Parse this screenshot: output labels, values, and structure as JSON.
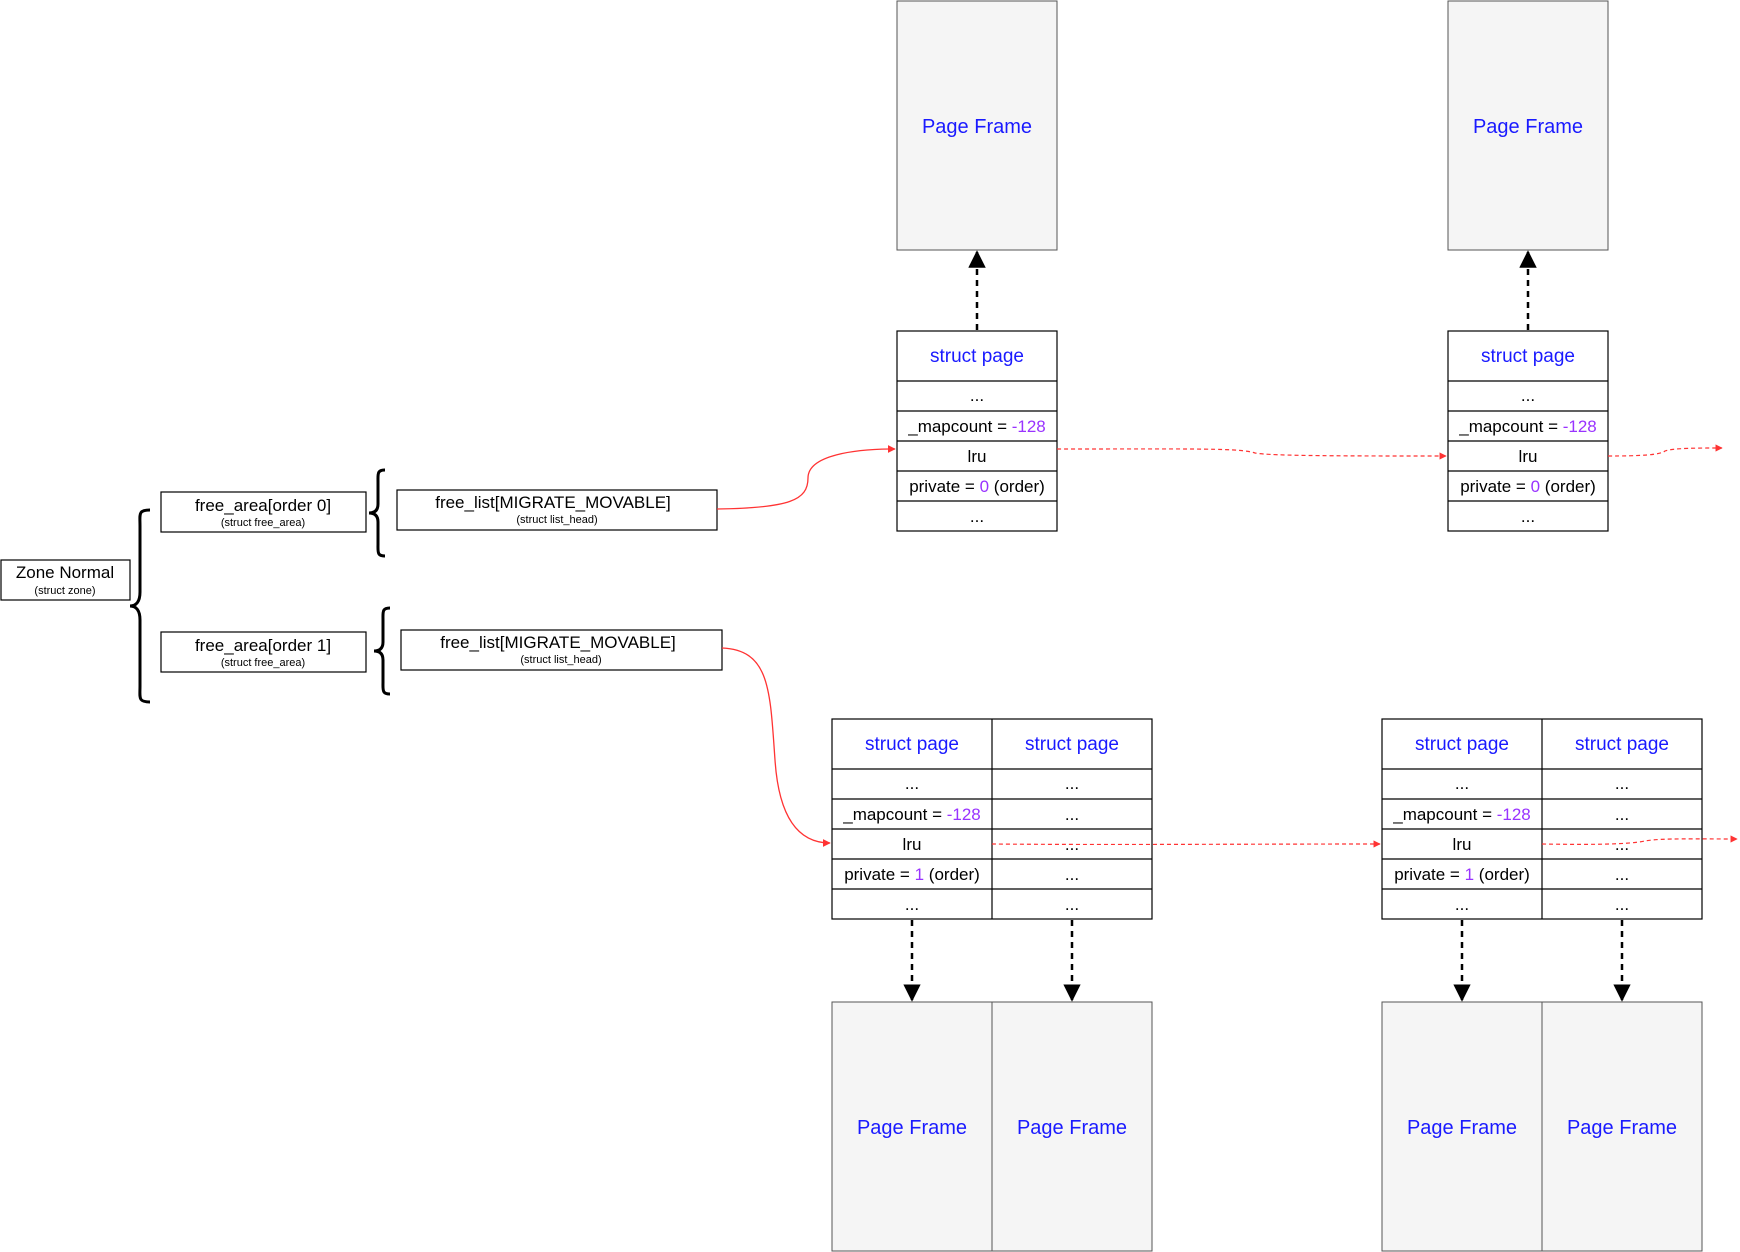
{
  "zone": {
    "title": "Zone Normal",
    "subtitle": "(struct zone)"
  },
  "free_areas": [
    {
      "title": "free_area[order 0]",
      "subtitle": "(struct free_area)",
      "list_title": "free_list[MIGRATE_MOVABLE]",
      "list_subtitle": "(struct list_head)"
    },
    {
      "title": "free_area[order 1]",
      "subtitle": "(struct free_area)",
      "list_title": "free_list[MIGRATE_MOVABLE]",
      "list_subtitle": "(struct list_head)"
    }
  ],
  "struct_page": {
    "header": "struct page",
    "ellipsis": "...",
    "mapcount_prefix": "_mapcount = ",
    "mapcount_value": "-128",
    "lru": "lru",
    "private_prefix": "private = ",
    "private_suffix": " (order)"
  },
  "page_frame_label": "Page Frame",
  "order_values": [
    "0",
    "1"
  ],
  "colors": {
    "label_blue": "#1a1aff",
    "value_purple": "#9933ff",
    "link_red": "#ff3333",
    "frame_fill": "#f5f5f5"
  }
}
